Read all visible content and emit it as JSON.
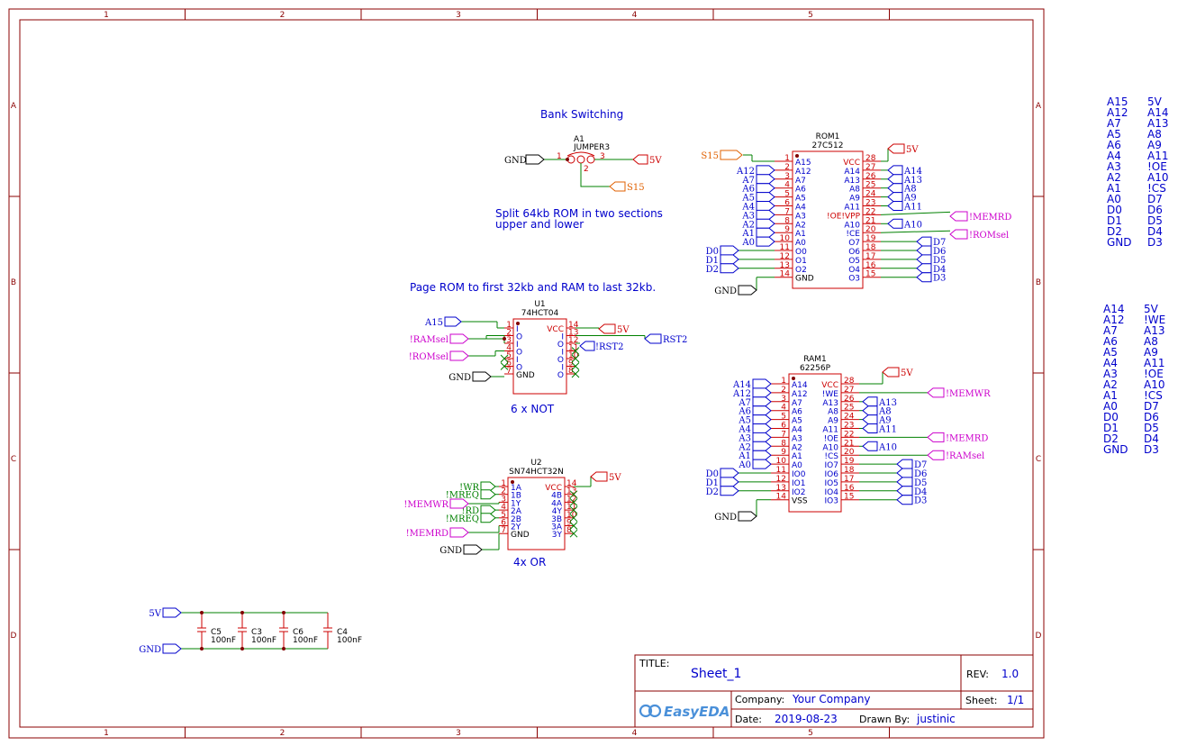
{
  "frame": {
    "columns": [
      "1",
      "2",
      "3",
      "4",
      "5"
    ],
    "rows": [
      "A",
      "B",
      "C",
      "D"
    ]
  },
  "notes": {
    "bank_switching": "Bank Switching",
    "split_line1": "Split 64kb ROM in two sections",
    "split_line2": "upper and lower",
    "page_rom": "Page ROM to first 32kb and RAM to last 32kb.",
    "not_desc": "6 x NOT",
    "or_desc": "4x OR"
  },
  "jumper": {
    "ref": "A1",
    "value": "JUMPER3",
    "pin1": "1",
    "pin2": "2",
    "pin3": "3",
    "gnd": "GND",
    "fivev": "5V",
    "s15": "S15"
  },
  "rom1": {
    "ref": "ROM1",
    "value": "27C512",
    "left_pins": [
      {
        "num": "1",
        "name": "A15",
        "net": "S15"
      },
      {
        "num": "2",
        "name": "A12",
        "net": "A12"
      },
      {
        "num": "3",
        "name": "A7",
        "net": "A7"
      },
      {
        "num": "4",
        "name": "A6",
        "net": "A6"
      },
      {
        "num": "5",
        "name": "A5",
        "net": "A5"
      },
      {
        "num": "6",
        "name": "A4",
        "net": "A4"
      },
      {
        "num": "7",
        "name": "A3",
        "net": "A3"
      },
      {
        "num": "8",
        "name": "A2",
        "net": "A2"
      },
      {
        "num": "9",
        "name": "A1",
        "net": "A1"
      },
      {
        "num": "10",
        "name": "A0",
        "net": "A0"
      },
      {
        "num": "11",
        "name": "O0",
        "net": "D0"
      },
      {
        "num": "12",
        "name": "O1",
        "net": "D1"
      },
      {
        "num": "13",
        "name": "O2",
        "net": "D2"
      },
      {
        "num": "14",
        "name": "GND",
        "net": "GND"
      }
    ],
    "right_pins": [
      {
        "num": "28",
        "name": "VCC",
        "net": "5V"
      },
      {
        "num": "27",
        "name": "A14",
        "net": "A14"
      },
      {
        "num": "26",
        "name": "A13",
        "net": "A13"
      },
      {
        "num": "25",
        "name": "A8",
        "net": "A8"
      },
      {
        "num": "24",
        "name": "A9",
        "net": "A9"
      },
      {
        "num": "23",
        "name": "A11",
        "net": "A11"
      },
      {
        "num": "22",
        "name": "!OE!VPP",
        "net": "!MEMRD"
      },
      {
        "num": "21",
        "name": "A10",
        "net": "A10"
      },
      {
        "num": "20",
        "name": "!CE",
        "net": "!ROMsel"
      },
      {
        "num": "19",
        "name": "O7",
        "net": "D7"
      },
      {
        "num": "18",
        "name": "O6",
        "net": "D6"
      },
      {
        "num": "17",
        "name": "O5",
        "net": "D5"
      },
      {
        "num": "16",
        "name": "O4",
        "net": "D4"
      },
      {
        "num": "15",
        "name": "O3",
        "net": "D3"
      }
    ]
  },
  "ram1": {
    "ref": "RAM1",
    "value": "62256P",
    "left_pins": [
      {
        "num": "1",
        "name": "A14",
        "net": "A14"
      },
      {
        "num": "2",
        "name": "A12",
        "net": "A12"
      },
      {
        "num": "3",
        "name": "A7",
        "net": "A7"
      },
      {
        "num": "4",
        "name": "A6",
        "net": "A6"
      },
      {
        "num": "5",
        "name": "A5",
        "net": "A5"
      },
      {
        "num": "6",
        "name": "A4",
        "net": "A4"
      },
      {
        "num": "7",
        "name": "A3",
        "net": "A3"
      },
      {
        "num": "8",
        "name": "A2",
        "net": "A2"
      },
      {
        "num": "9",
        "name": "A1",
        "net": "A1"
      },
      {
        "num": "10",
        "name": "A0",
        "net": "A0"
      },
      {
        "num": "11",
        "name": "IO0",
        "net": "D0"
      },
      {
        "num": "12",
        "name": "IO1",
        "net": "D1"
      },
      {
        "num": "13",
        "name": "IO2",
        "net": "D2"
      },
      {
        "num": "14",
        "name": "VSS",
        "net": "GND"
      }
    ],
    "right_pins": [
      {
        "num": "28",
        "name": "VCC",
        "net": "5V"
      },
      {
        "num": "27",
        "name": "!WE",
        "net": "!MEMWR"
      },
      {
        "num": "26",
        "name": "A13",
        "net": "A13"
      },
      {
        "num": "25",
        "name": "A8",
        "net": "A8"
      },
      {
        "num": "24",
        "name": "A9",
        "net": "A9"
      },
      {
        "num": "23",
        "name": "A11",
        "net": "A11"
      },
      {
        "num": "22",
        "name": "!OE",
        "net": "!MEMRD"
      },
      {
        "num": "21",
        "name": "A10",
        "net": "A10"
      },
      {
        "num": "20",
        "name": "!CS",
        "net": "!RAMsel"
      },
      {
        "num": "19",
        "name": "IO7",
        "net": "D7"
      },
      {
        "num": "18",
        "name": "IO6",
        "net": "D6"
      },
      {
        "num": "17",
        "name": "IO5",
        "net": "D5"
      },
      {
        "num": "16",
        "name": "IO4",
        "net": "D4"
      },
      {
        "num": "15",
        "name": "IO3",
        "net": "D3"
      }
    ]
  },
  "u1": {
    "ref": "U1",
    "value": "74HCT04",
    "left_pins": [
      {
        "num": "1",
        "name": "I"
      },
      {
        "num": "2",
        "name": "O"
      },
      {
        "num": "3",
        "name": "I"
      },
      {
        "num": "4",
        "name": "O"
      },
      {
        "num": "5",
        "name": "I"
      },
      {
        "num": "6",
        "name": "O"
      },
      {
        "num": "7",
        "name": "GND"
      }
    ],
    "right_pins": [
      {
        "num": "14",
        "name": "VCC"
      },
      {
        "num": "13",
        "name": "I"
      },
      {
        "num": "12",
        "name": "O"
      },
      {
        "num": "11",
        "name": "I"
      },
      {
        "num": "10",
        "name": "O"
      },
      {
        "num": "9",
        "name": "I"
      },
      {
        "num": "8",
        "name": "O"
      }
    ],
    "nets": {
      "a15": "A15",
      "ramsel": "!RAMsel",
      "romsel": "!ROMsel",
      "gnd": "GND",
      "fivev": "5V",
      "rst2": "RST2",
      "nrst2": "!RST2"
    }
  },
  "u2": {
    "ref": "U2",
    "value": "SN74HCT32N",
    "left_pins": [
      {
        "num": "1",
        "name": "1A"
      },
      {
        "num": "2",
        "name": "1B"
      },
      {
        "num": "3",
        "name": "1Y"
      },
      {
        "num": "4",
        "name": "2A"
      },
      {
        "num": "5",
        "name": "2B"
      },
      {
        "num": "6",
        "name": "2Y"
      },
      {
        "num": "7",
        "name": "GND"
      }
    ],
    "right_pins": [
      {
        "num": "14",
        "name": "VCC"
      },
      {
        "num": "13",
        "name": "4B"
      },
      {
        "num": "12",
        "name": "4A"
      },
      {
        "num": "11",
        "name": "4Y"
      },
      {
        "num": "10",
        "name": "3B"
      },
      {
        "num": "9",
        "name": "3A"
      },
      {
        "num": "8",
        "name": "3Y"
      }
    ],
    "nets": {
      "wr": "!WR",
      "mreq": "!MREQ",
      "rd": "!RD",
      "memwr": "!MEMWR",
      "memrd": "!MEMRD",
      "gnd": "GND",
      "fivev": "5V"
    }
  },
  "caps": [
    {
      "ref": "C5",
      "value": "100nF"
    },
    {
      "ref": "C3",
      "value": "100nF"
    },
    {
      "ref": "C6",
      "value": "100nF"
    },
    {
      "ref": "C4",
      "value": "100nF"
    }
  ],
  "cap_nets": {
    "fivev": "5V",
    "gnd": "GND"
  },
  "rom_pin_list": [
    [
      "A15",
      "5V"
    ],
    [
      "A12",
      "A14"
    ],
    [
      "A7",
      "A13"
    ],
    [
      "A5",
      "A8"
    ],
    [
      "A6",
      "A9"
    ],
    [
      "A4",
      "A11"
    ],
    [
      "A3",
      "!OE"
    ],
    [
      "A2",
      "A10"
    ],
    [
      "A1",
      "!CS"
    ],
    [
      "A0",
      "D7"
    ],
    [
      "D0",
      "D6"
    ],
    [
      "D1",
      "D5"
    ],
    [
      "D2",
      "D4"
    ],
    [
      "GND",
      "D3"
    ]
  ],
  "ram_pin_list": [
    [
      "A14",
      "5V"
    ],
    [
      "A12",
      "!WE"
    ],
    [
      "A7",
      "A13"
    ],
    [
      "A6",
      "A8"
    ],
    [
      "A5",
      "A9"
    ],
    [
      "A4",
      "A11"
    ],
    [
      "A3",
      "!OE"
    ],
    [
      "A2",
      "A10"
    ],
    [
      "A1",
      "!CS"
    ],
    [
      "A0",
      "D7"
    ],
    [
      "D0",
      "D6"
    ],
    [
      "D1",
      "D5"
    ],
    [
      "D2",
      "D4"
    ],
    [
      "GND",
      "D3"
    ]
  ],
  "title_block": {
    "title_label": "TITLE:",
    "title": "Sheet_1",
    "rev_label": "REV:",
    "rev": "1.0",
    "company_label": "Company:",
    "company": "Your Company",
    "sheet_label": "Sheet:",
    "sheet": "1/1",
    "date_label": "Date:",
    "date": "2019-08-23",
    "drawn_label": "Drawn By:",
    "drawn": "justinic",
    "logo": "EasyEDA"
  },
  "colors": {
    "frame": "#8b0000",
    "wire": "#008000",
    "pin": "#cc0000",
    "blue": "#0000cc",
    "power": "#cc0000",
    "magenta": "#cc00cc",
    "orange": "#e06000",
    "green_net": "#008000",
    "logo": "#4a90d9"
  }
}
